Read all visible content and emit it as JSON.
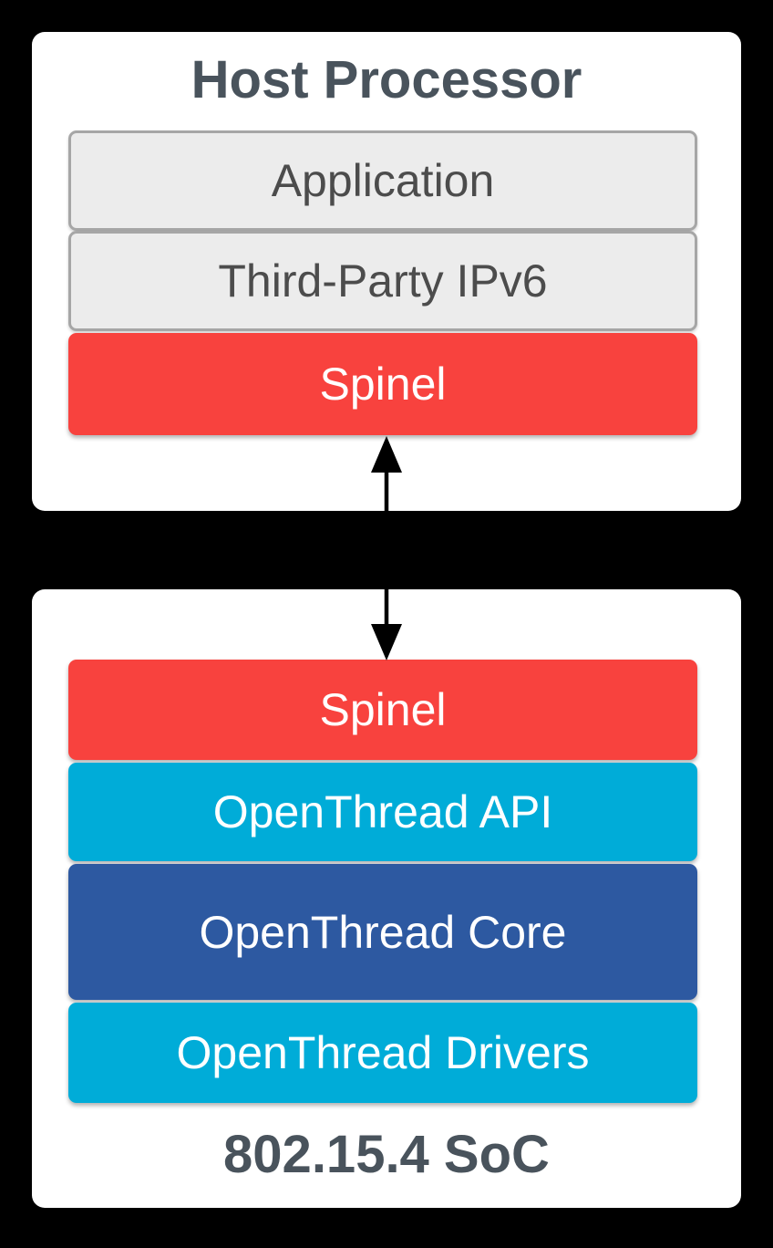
{
  "host_card": {
    "title": "Host Processor",
    "layers": [
      {
        "label": "Application",
        "bg": "#ececec",
        "text_color": "#4c4c4c"
      },
      {
        "label": "Third-Party IPv6",
        "bg": "#ececec",
        "text_color": "#4c4c4c"
      },
      {
        "label": "Spinel",
        "bg": "#f8423e",
        "text_color": "#ffffff"
      }
    ]
  },
  "connector": {
    "style": "double-headed vertical arrow",
    "color": "#000000"
  },
  "soc_card": {
    "title": "802.15.4 SoC",
    "layers": [
      {
        "label": "Spinel",
        "bg": "#f8423e",
        "text_color": "#ffffff"
      },
      {
        "label": "OpenThread API",
        "bg": "#00acd8",
        "text_color": "#ffffff"
      },
      {
        "label": "OpenThread Core",
        "bg": "#2d59a1",
        "text_color": "#ffffff"
      },
      {
        "label": "OpenThread Drivers",
        "bg": "#00acd8",
        "text_color": "#ffffff"
      }
    ]
  },
  "colors": {
    "page_bg": "#000000",
    "card_bg": "#ffffff",
    "gray_layer_border": "#a6a6a6",
    "title_text": "#49535c",
    "spinel_red": "#f8423e",
    "openthread_cyan": "#00acd8",
    "openthread_blue": "#2d59a1"
  }
}
